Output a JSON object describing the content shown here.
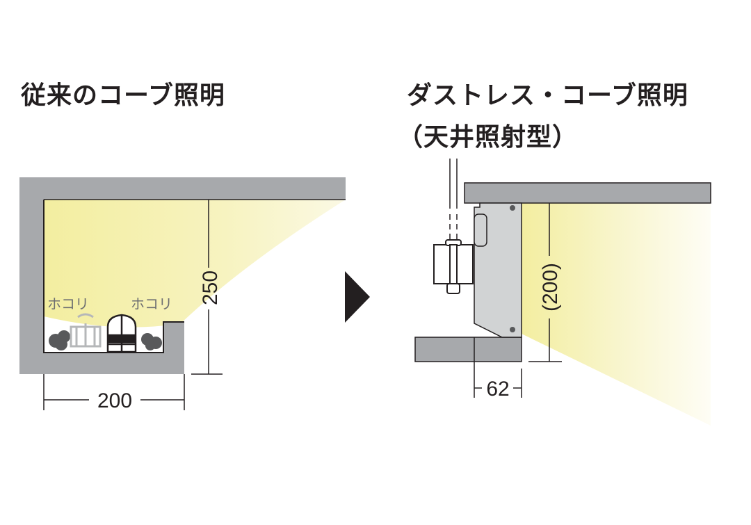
{
  "left_panel": {
    "title": "従来のコーブ照明",
    "dust_label_left": "ホコリ",
    "dust_label_right": "ホコリ",
    "height_dimension": "250",
    "width_dimension": "200"
  },
  "right_panel": {
    "title_line1": "ダストレス・コーブ照明",
    "title_line2": "（天井照射型）",
    "height_dimension": "(200)",
    "depth_dimension": "62"
  },
  "colors": {
    "structure_gray": "#a7a9ac",
    "light_yellow": "#f5f0a8",
    "fixture_gray": "#d1d3d4",
    "line": "#231f20"
  }
}
